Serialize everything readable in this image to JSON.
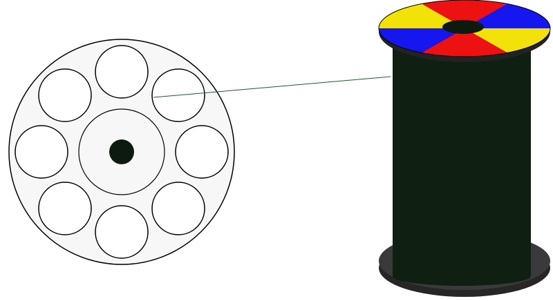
{
  "colors": {
    "background": "#ffffff",
    "outline": "#000000",
    "cross_section_fill": "#f7f7f7",
    "fiber_fill": "#ffffff",
    "center_rod": "#0d1a0f",
    "cable_body": "#0f1f12",
    "flange_base": "#3a3a3a",
    "flange_base_edge": "#262626",
    "flange_top_rim": "#222222",
    "spindle_hole": "#0d1a0f",
    "leader_line": "#1f5a2a",
    "sector_red": "#ee1111",
    "sector_yellow": "#f2e20a",
    "sector_blue": "#1616ee"
  },
  "cross_section": {
    "outer_fiber_count": 8
  },
  "spool": {
    "top_flange_sector_colors": [
      "red",
      "blue",
      "yellow",
      "red",
      "blue",
      "yellow"
    ]
  }
}
